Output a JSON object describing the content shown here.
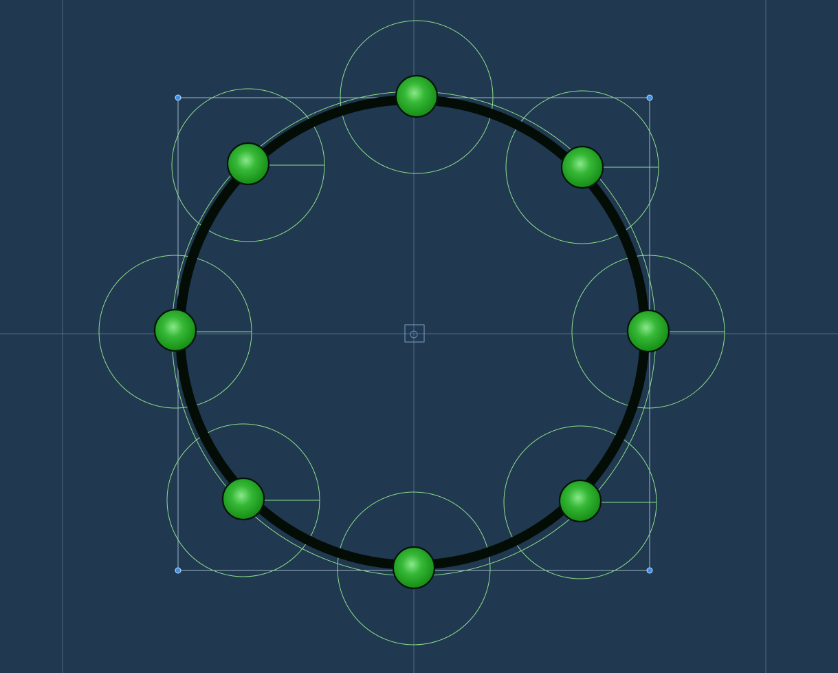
{
  "editor": {
    "canvas_background": "#203850",
    "guide_color": "#5f7c94",
    "selection_color": "#9fb6c8",
    "collider_color": "#8ee28e",
    "track_color": "#030d06",
    "node_color": "#23a823",
    "node_highlight": "#8ae88a",
    "handle_color": "#3f8fe8"
  },
  "scene": {
    "track_shape": "circle",
    "node_count": 8,
    "nodes": [
      {
        "name": "node-top",
        "has_radius_line": false
      },
      {
        "name": "node-top-right",
        "has_radius_line": true
      },
      {
        "name": "node-right",
        "has_radius_line": true
      },
      {
        "name": "node-bottom-right",
        "has_radius_line": true
      },
      {
        "name": "node-bottom",
        "has_radius_line": false
      },
      {
        "name": "node-bottom-left",
        "has_radius_line": true
      },
      {
        "name": "node-left",
        "has_radius_line": true
      },
      {
        "name": "node-top-left",
        "has_radius_line": true
      }
    ],
    "selection_handles": [
      "top-left",
      "top-right",
      "bottom-left",
      "bottom-right"
    ],
    "pivot_icon": "pivot-icon"
  }
}
